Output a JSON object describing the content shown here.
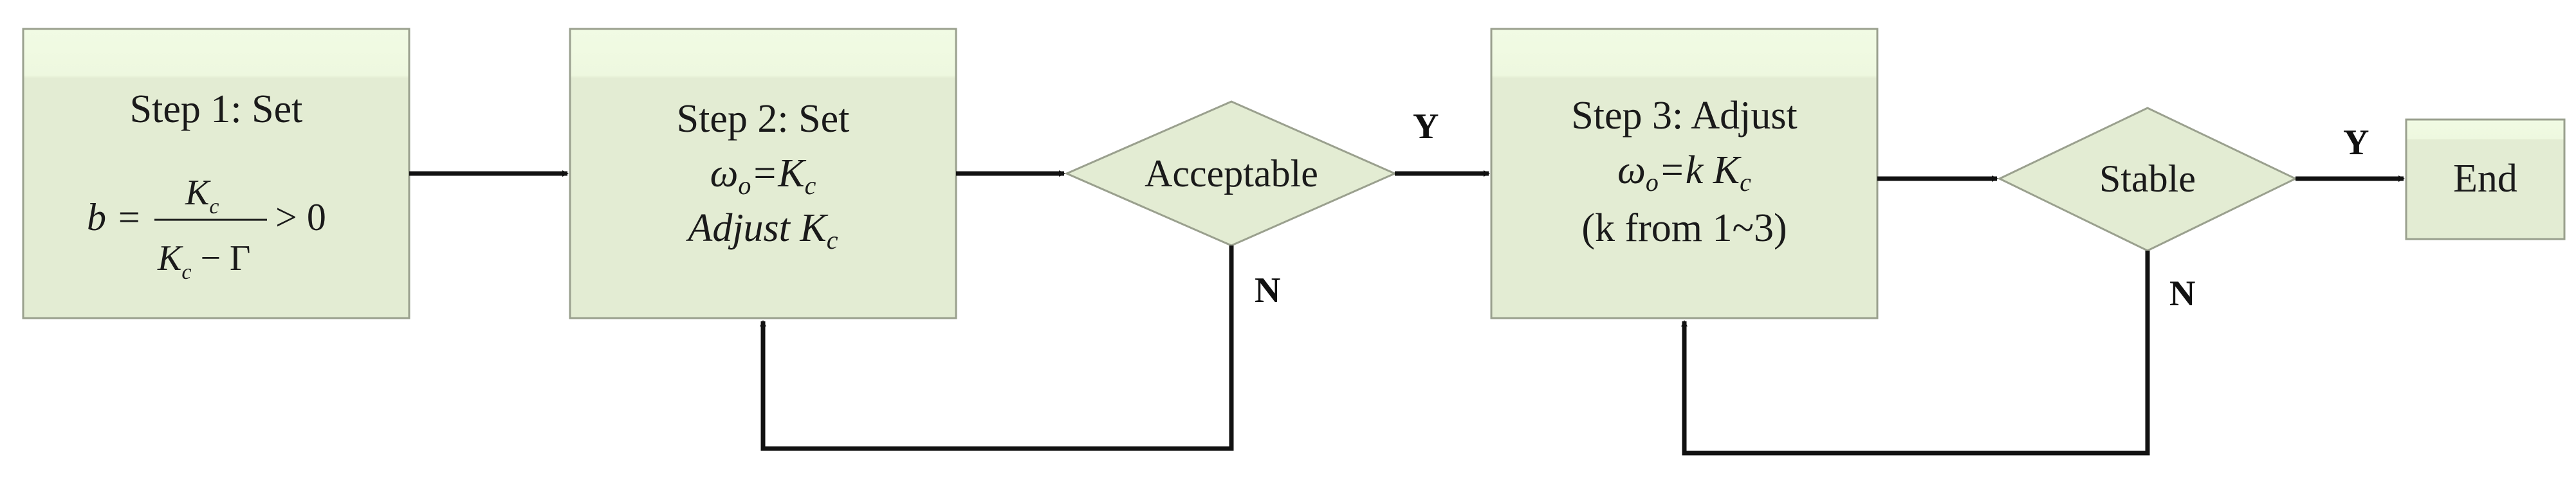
{
  "colors": {
    "box_fill": "#e3ecd3",
    "box_top": "#f1fbe4",
    "box_stroke": "#9aa08e",
    "arrow": "#111111"
  },
  "steps": {
    "step1": {
      "title": "Step 1: Set",
      "formula_lhs": "b =",
      "numerator": "K",
      "numerator_sub": "c",
      "denominator": "K",
      "denominator_sub": "c",
      "denominator_rest": " − Γ",
      "formula_rhs": "> 0"
    },
    "step2": {
      "title": "Step 2: Set",
      "line2_a": "ω",
      "line2_a_sub": "o",
      "line2_b": "=K",
      "line2_b_sub": "c",
      "line3": "Adjust K",
      "line3_sub": "c"
    },
    "step3": {
      "title": "Step 3: Adjust",
      "line2_a": "ω",
      "line2_a_sub": "o",
      "line2_b": "=k K",
      "line2_b_sub": "c",
      "line3": "(k from 1~3)"
    }
  },
  "decisions": {
    "acceptable": "Acceptable",
    "stable": "Stable"
  },
  "end": "End",
  "branch_labels": {
    "acceptable_yes": "Y",
    "acceptable_no": "N",
    "stable_yes": "Y",
    "stable_no": "N"
  }
}
